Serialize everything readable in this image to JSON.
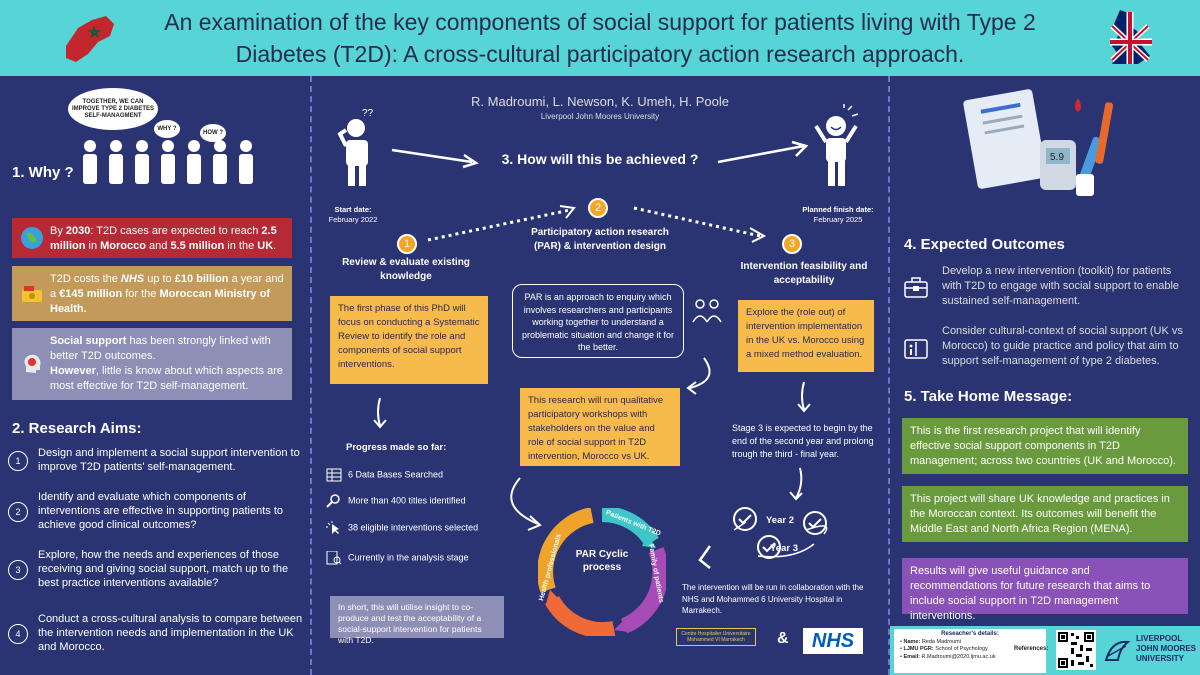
{
  "header": {
    "title_line1": "An examination of the key components of social support for patients living with Type 2",
    "title_line2": "Diabetes (T2D): A cross-cultural participatory action research approach."
  },
  "left": {
    "bubble_main": "TOGETHER, WE CAN IMPROVE TYPE 2 DIABETES SELF-MANAGMENT",
    "bubble_why": "WHY ?",
    "bubble_how": "HOW ?",
    "why_heading": "1. Why ?",
    "why1": {
      "pre": "By ",
      "b1": "2030",
      "mid": ": T2D cases are expected to reach ",
      "b2": "2.5 million",
      "mid2": " in ",
      "b3": "Morocco",
      "mid3": " and ",
      "b4": "5.5 million",
      "mid4": " in the ",
      "b5": "UK",
      "end": "."
    },
    "why2": {
      "pre": "T2D costs the ",
      "b1": "NHS",
      "mid": "  up to ",
      "b2": "£10 billion",
      "mid2": " a year and a ",
      "b3": "€145 million",
      "mid3": "  for the ",
      "b4": "Moroccan Ministry of Health."
    },
    "why3": {
      "b1": "Social support",
      "mid": " has been strongly linked with better T2D outcomes.",
      "b2": "However",
      "end": ", little is know about which aspects are most effective for T2D self-management."
    },
    "aims_heading": "2. Research Aims:",
    "aims": [
      {
        "num": "1",
        "text": "Design and implement a social support intervention to improve T2D patients' self-management."
      },
      {
        "num": "2",
        "text": "Identify and evaluate which components of interventions are effective in supporting patients to achieve good clinical outcomes?"
      },
      {
        "num": "3",
        "text": "Explore, how the needs and experiences of those receiving and giving social support, match up to the best practice interventions available?"
      },
      {
        "num": "4",
        "text": "Conduct a cross-cultural analysis to compare between the intervention needs and implementation in the UK and Morocco."
      }
    ]
  },
  "center": {
    "authors": "R. Madroumi, L. Newson, K. Umeh, H. Poole",
    "university": "Liverpool John Moores University",
    "how_heading": "3. How will this be achieved ?",
    "start_label": "Start date:",
    "start_date": "February 2022",
    "finish_label": "Planned finish date:",
    "finish_date": "February 2025",
    "step1": {
      "num": "1",
      "title": "Review & evaluate existing knowledge",
      "box": "The first phase of this PhD will focus on conducting a Systematic Review to identify the role and components of social support interventions."
    },
    "step2": {
      "num": "2",
      "title": "Participatory action research (PAR) & intervention design",
      "par_box": "PAR is an approach to enquiry which involves researchers and participants working together to understand a problematic situation and change it for the better.",
      "box": "This research will run qualitative participatory workshops with stakeholders on the value and role of social support in T2D intervention, Morocco vs UK."
    },
    "step3": {
      "num": "3",
      "title": "Intervention feasibility and acceptability",
      "box": "Explore the (role out) of intervention implementation in the UK vs. Morocco using a mixed method evaluation.",
      "note": "Stage 3 is expected to begin by the end of the second year and prolong trough the third - final year."
    },
    "progress_heading": "Progress made so far:",
    "progress": [
      "6 Data Bases Searched",
      "More than 400 titles identified",
      "38 eligible interventions selected",
      "Currently in the analysis stage"
    ],
    "summary": "In short, this will utilise insight to co-produce and test the acceptability of a social-support intervention for patients with T2D.",
    "cycle_title": "PAR Cyclic process",
    "cycle_labels": [
      "Patients with T2D",
      "Family of patients",
      "Health professionals"
    ],
    "year2": "Year 2",
    "year3": "Year 3",
    "collab": "The intervention will be run in collaboration with the NHS and Mohammed 6 University Hospital in Marrakech.",
    "chu_logo": "Centre Hospitalier Universitaire Mohammed VI Marrakech",
    "amp": "&",
    "nhs": "NHS"
  },
  "right": {
    "outcomes_heading": "4. Expected Outcomes",
    "outcome1": "Develop a new intervention (toolkit) for patients with T2D to engage with social support to enable sustained self-management.",
    "outcome2": "Consider cultural-context of social support  (UK vs Morocco) to guide practice and policy that aim to support self-management of type 2 diabetes.",
    "take_heading": "5. Take Home Message:",
    "msg1": "This is the first research project that will identify effective social support components in T2D management; across two countries (UK and Morocco).",
    "msg2": "This project will share UK knowledge and practices  in the Moroccan context. Its outcomes will benefit the Middle East and North Africa Region (MENA).",
    "msg3": "Results will give useful guidance and recommendations for future research that aims to include social support in T2D management interventions."
  },
  "footer": {
    "res_heading": "Reseacher's details:",
    "name_label": "Name:",
    "name": "Reda Madroumi",
    "pgr_label": "LJMU PGR:",
    "pgr": "School of Psychology",
    "email_label": "Email:",
    "email": "R.Madroumi@2020.ljmu.ac.uk",
    "refs": "References:",
    "ljmu": "LIVERPOOL JOHN MOORES UNIVERSITY"
  },
  "colors": {
    "header": "#56d4d6",
    "background": "#2b3473",
    "orange": "#f7bb4b",
    "step": "#f5a623",
    "red": "#b52a35",
    "green": "#6a9a3e",
    "purple": "#8a52b8"
  },
  "icons": [
    "morocco-flag-icon",
    "uk-flag-icon",
    "globe-icon",
    "money-icon",
    "head-icon",
    "thinking-person-icon",
    "happy-person-icon",
    "medical-supplies-icon",
    "database-icon",
    "search-icon",
    "cursor-icon",
    "document-icon",
    "toolkit-icon",
    "book-icon",
    "group-icon",
    "qr-code-icon",
    "ljmu-logo-icon"
  ]
}
